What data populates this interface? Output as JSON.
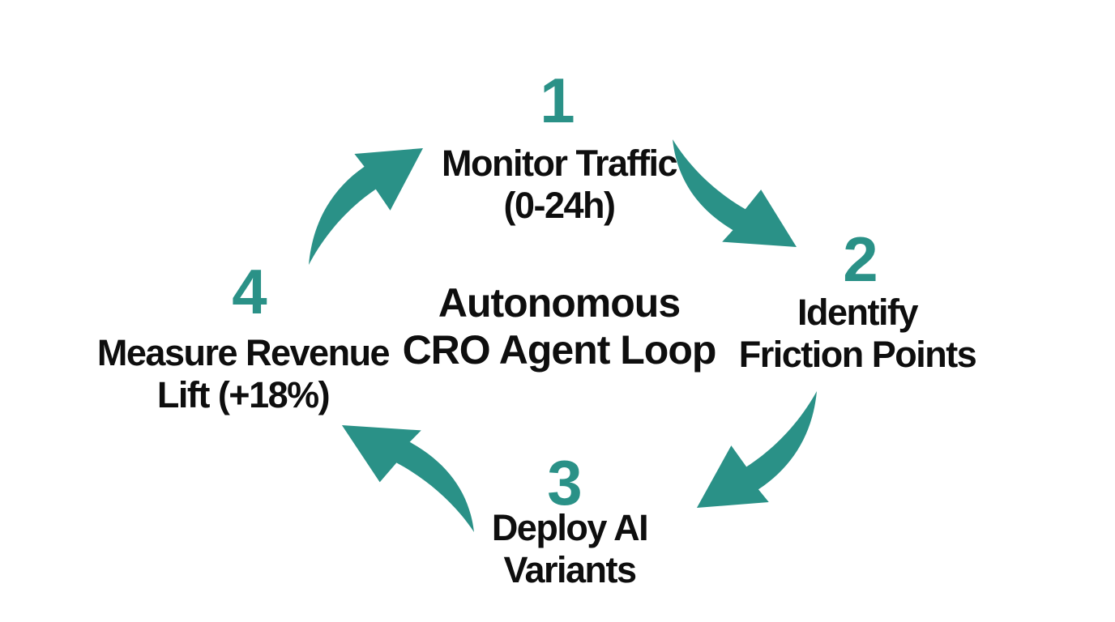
{
  "title": {
    "line1": "Autonomous",
    "line2": "CRO Agent Loop"
  },
  "steps": [
    {
      "number": "1",
      "label_lines": [
        "Monitor Traffic",
        "(0-24h)"
      ]
    },
    {
      "number": "2",
      "label_lines": [
        "Identify",
        "Friction Points"
      ]
    },
    {
      "number": "3",
      "label_lines": [
        "Deploy AI",
        "Variants"
      ]
    },
    {
      "number": "4",
      "label_lines": [
        "Measure Revenue",
        "Lift (+18%)"
      ]
    }
  ],
  "arrows": [
    {
      "name": "curved-arrow-step4-to-step1",
      "direction": "up-right"
    },
    {
      "name": "curved-arrow-step1-to-step2",
      "direction": "down-right"
    },
    {
      "name": "curved-arrow-step2-to-step3",
      "direction": "down-left"
    },
    {
      "name": "curved-arrow-step3-to-step4",
      "direction": "up-left"
    }
  ],
  "icons": {
    "arrow_style": "curved-swoosh-arrow"
  },
  "colors": {
    "accent": "#2a9187",
    "text": "#0e0e0e",
    "background": "#ffffff"
  }
}
